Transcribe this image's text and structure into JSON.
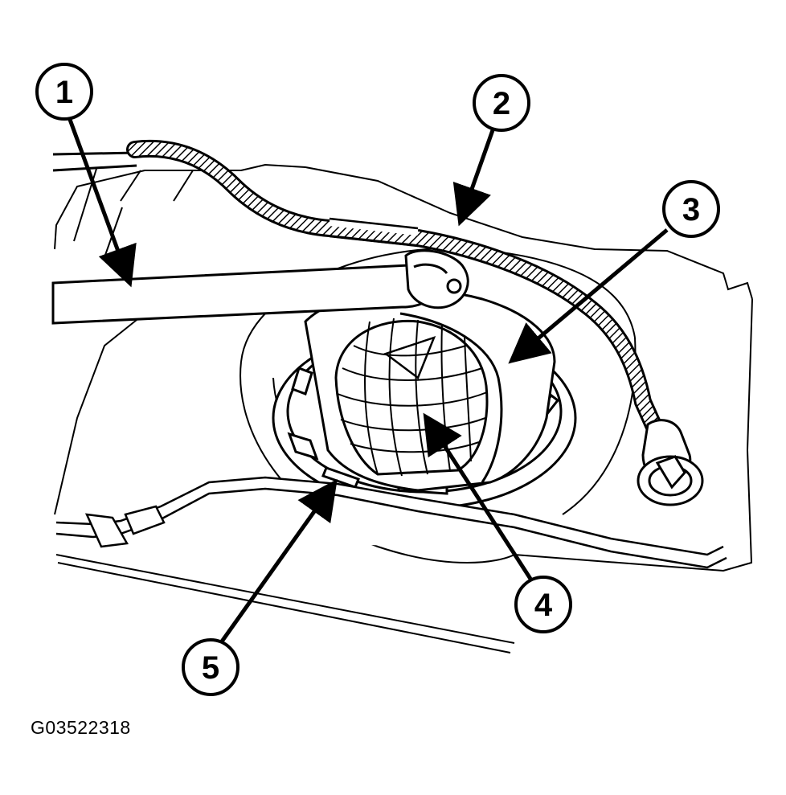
{
  "figure_id": "G03522318",
  "callouts": [
    {
      "number": "1"
    },
    {
      "number": "2"
    },
    {
      "number": "3"
    },
    {
      "number": "4"
    },
    {
      "number": "5"
    }
  ],
  "colors": {
    "ink": "#000000",
    "paper": "#ffffff"
  }
}
